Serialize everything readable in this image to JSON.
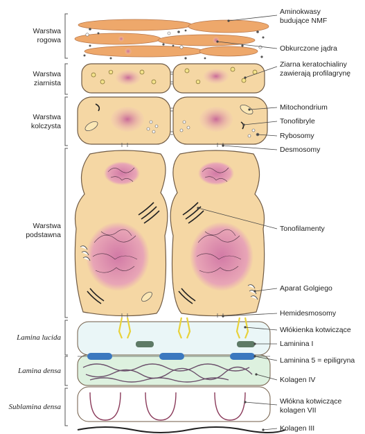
{
  "layers_left": [
    {
      "lines": [
        "Warstwa",
        "rogowa"
      ]
    },
    {
      "lines": [
        "Warstwa",
        "ziarnista"
      ]
    },
    {
      "lines": [
        "Warstwa",
        "kolczysta"
      ]
    },
    {
      "lines": [
        "Warstwa",
        "podstawna"
      ]
    },
    {
      "lines": [
        "Lamina lucida"
      ]
    },
    {
      "lines": [
        "Lamina densa"
      ]
    },
    {
      "lines": [
        "Sublamina densa"
      ]
    }
  ],
  "labels_right": [
    {
      "lines": [
        "Aminokwasy",
        "budujące NMF"
      ]
    },
    {
      "lines": [
        "Obkurczone jądra"
      ]
    },
    {
      "lines": [
        "Ziarna keratochialiny",
        "zawierają profilagrynę"
      ]
    },
    {
      "lines": [
        "Mitochondrium"
      ]
    },
    {
      "lines": [
        "Tonofibryle"
      ]
    },
    {
      "lines": [
        "Rybosomy"
      ]
    },
    {
      "lines": [
        "Desmosomy"
      ]
    },
    {
      "lines": [
        "Tonofilamenty"
      ]
    },
    {
      "lines": [
        "Aparat Golgiego"
      ]
    },
    {
      "lines": [
        "Hemidesmosomy"
      ]
    },
    {
      "lines": [
        "Włókienka kotwiczące"
      ]
    },
    {
      "lines": [
        "Laminina I"
      ]
    },
    {
      "lines": [
        "Laminina 5 = epiligryna"
      ]
    },
    {
      "lines": [
        "Kolagen IV"
      ]
    },
    {
      "lines": [
        "Włókna kotwiczące",
        "kolagen VII"
      ]
    },
    {
      "lines": [
        "Kolagen III"
      ]
    }
  ],
  "colors": {
    "cell_fill": "#f5d7a4",
    "corneocyte": "#eea86b",
    "nucleus": "#d98aa8",
    "lucida": "#eaf6f7",
    "densa": "#ddf1df",
    "laminin5": "#3b78bf",
    "laminin1": "#5e7a66",
    "anchor_filament": "#e8d23a"
  }
}
